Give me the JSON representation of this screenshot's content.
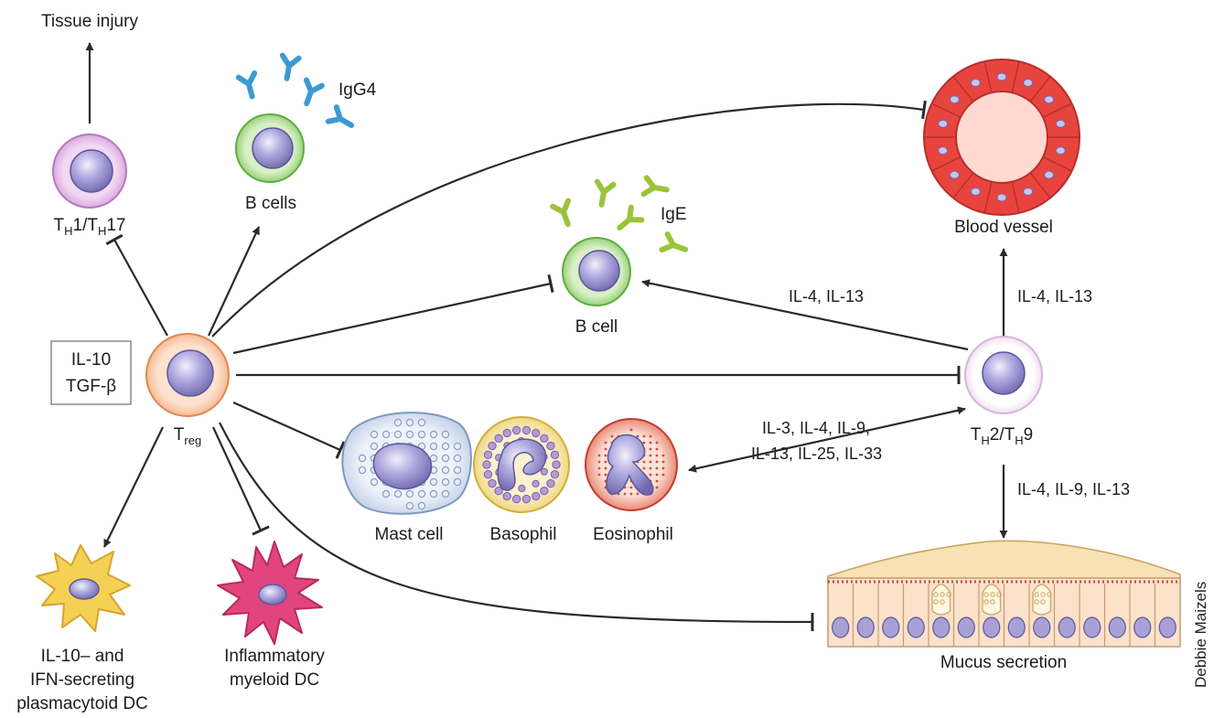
{
  "labels": {
    "tissue_injury": "Tissue injury",
    "th1_th17": {
      "t1": "T",
      "s1": "H",
      "m": "1/T",
      "s2": "H",
      "e": "17"
    },
    "b_cells": "B cells",
    "igg4": "IgG4",
    "b_cell": "B cell",
    "ige": "IgE",
    "blood_vessel": "Blood vessel",
    "treg": {
      "t": "T",
      "s": "reg"
    },
    "box_line1": "IL-10",
    "box_line2": "TGF-β",
    "th2_th9": {
      "t1": "T",
      "s1": "H",
      "m": "2/T",
      "s2": "H",
      "e": "9"
    },
    "mast_cell": "Mast cell",
    "basophil": "Basophil",
    "eosinophil": "Eosinophil",
    "mucus_secretion": "Mucus secretion",
    "pdc_line1": "IL-10– and",
    "pdc_line2": "IFN-secreting",
    "pdc_line3": "plasmacytoid DC",
    "mdc_line1": "Inflammatory",
    "mdc_line2": "myeloid DC",
    "cyt_to_bcell": "IL-4, IL-13",
    "cyt_to_vessel": "IL-4, IL-13",
    "cyt_granulo_1": "IL-3, IL-4, IL-9,",
    "cyt_granulo_2": "IL-13, IL-25, IL-33",
    "cyt_mucus": "IL-4, IL-9, IL-13",
    "credit": "Debbie Maizels"
  },
  "edges": [
    {
      "from": "TH1/TH17",
      "to": "Tissue injury",
      "type": "activation"
    },
    {
      "from": "Treg",
      "to": "TH1/TH17",
      "type": "inhibition"
    },
    {
      "from": "Treg",
      "to": "B cells",
      "type": "activation"
    },
    {
      "from": "Treg",
      "to": "Blood vessel",
      "type": "inhibition"
    },
    {
      "from": "Treg",
      "to": "B cell",
      "type": "inhibition"
    },
    {
      "from": "Treg",
      "to": "TH2/TH9",
      "type": "inhibition"
    },
    {
      "from": "Treg",
      "to": "Mast cell",
      "type": "inhibition"
    },
    {
      "from": "Treg",
      "to": "IL-10– and IFN-secreting plasmacytoid DC",
      "type": "activation"
    },
    {
      "from": "Treg",
      "to": "Inflammatory myeloid DC",
      "type": "inhibition"
    },
    {
      "from": "Treg",
      "to": "Mucus secretion",
      "type": "inhibition"
    },
    {
      "from": "TH2/TH9",
      "to": "B cell",
      "type": "activation",
      "label": "IL-4, IL-13"
    },
    {
      "from": "TH2/TH9",
      "to": "Blood vessel",
      "type": "activation",
      "label": "IL-4, IL-13"
    },
    {
      "from": "TH2/TH9",
      "to": "Eosinophil",
      "type": "activation",
      "label": "IL-3, IL-4, IL-9, IL-13, IL-25, IL-33"
    },
    {
      "from": "TH2/TH9",
      "to": "Mucus secretion",
      "type": "activation",
      "label": "IL-4, IL-9, IL-13"
    }
  ],
  "colors": {
    "treg": "#f6b98a",
    "th1": "#d9a4de",
    "bcell": "#8fcf6a",
    "nucleus": "#8d86c4",
    "igg4": "#3d9ad1",
    "ige": "#9ac43a",
    "vessel": "#e8443e",
    "mast": "#c9d6ea",
    "basophil": "#f2df7a",
    "eosinophil": "#e5463e",
    "pdc": "#f4d155",
    "mdc": "#e2457d",
    "mucus": "#f6e2b4"
  }
}
